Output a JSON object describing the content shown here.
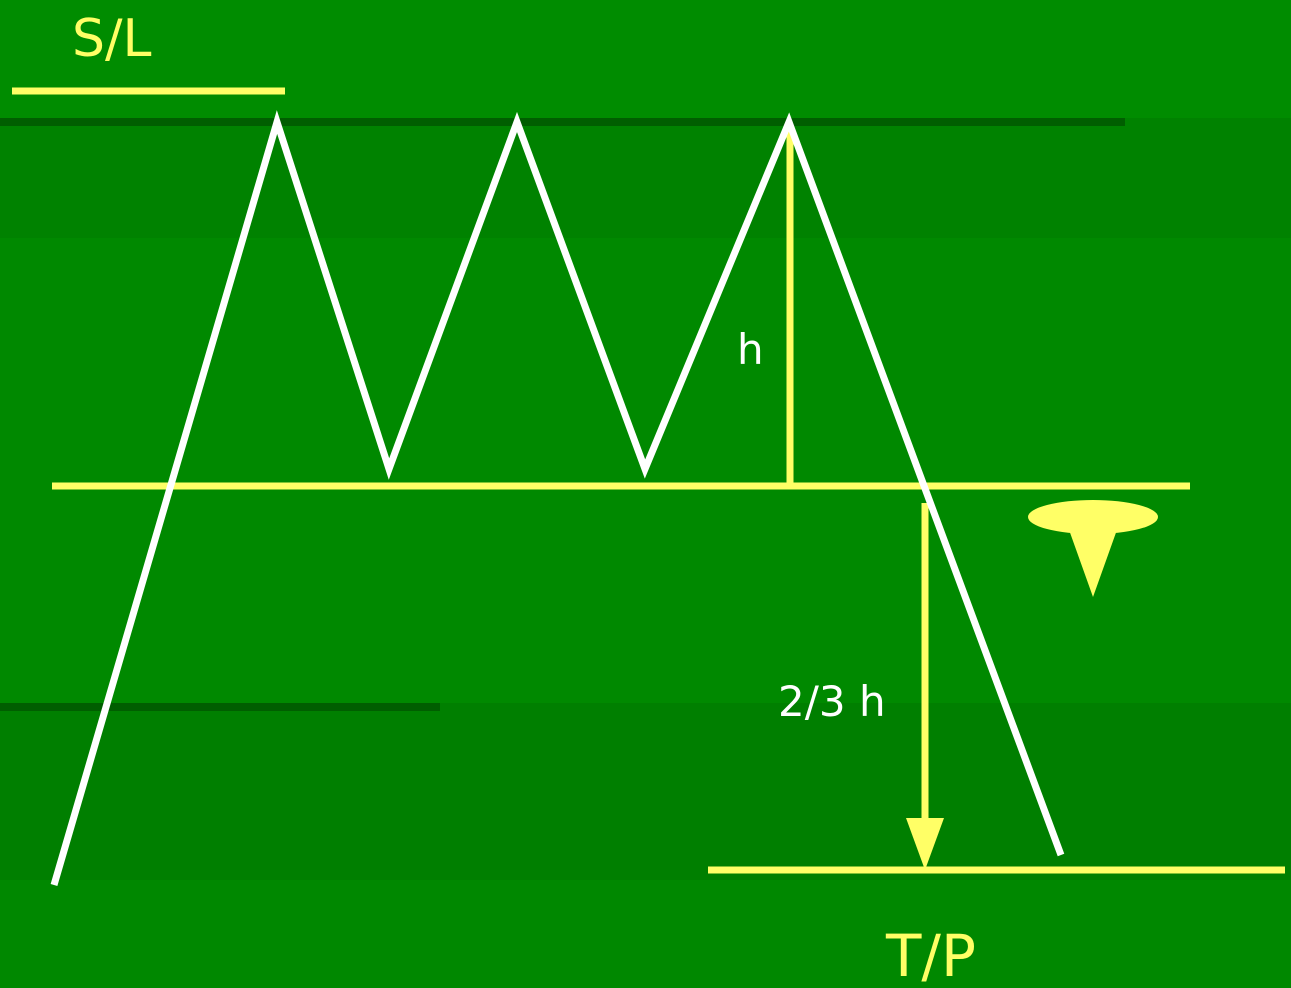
{
  "labels": {
    "stop_loss": "S/L",
    "height": "h",
    "target_distance": "2/3 h",
    "take_profit": "T/P"
  },
  "colors": {
    "background": "#008c00",
    "band_top": "#008000",
    "band_bottom": "#007a00",
    "dark_line": "#005800",
    "accent_yellow": "#ffff66",
    "price_line": "#ffffff",
    "label_white": "#ffffff"
  },
  "icons": {
    "sell_signal": "sell-arrow-icon"
  }
}
